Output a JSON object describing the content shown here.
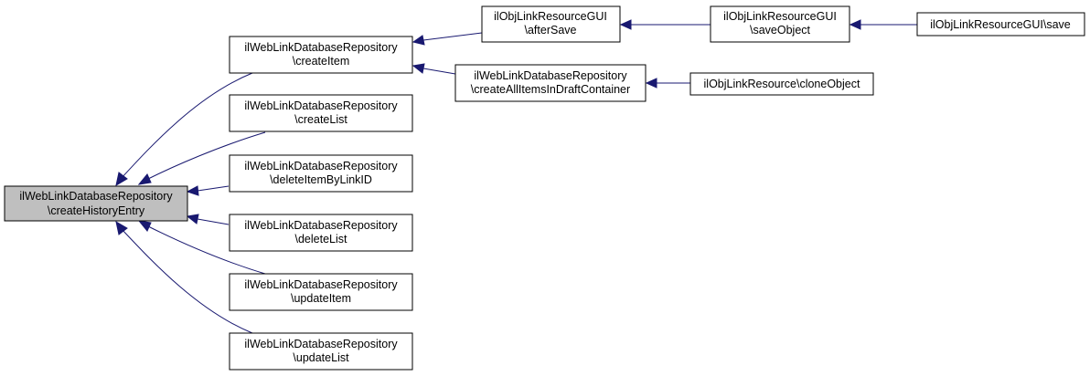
{
  "colors": {
    "edge": "#191970",
    "focus_fill": "#bfbfbf",
    "node_fill": "#ffffff",
    "node_stroke": "#000000"
  },
  "nodes": {
    "focus": {
      "line1": "ilWebLinkDatabaseRepository",
      "line2": "\\createHistoryEntry"
    },
    "createItem": {
      "line1": "ilWebLinkDatabaseRepository",
      "line2": "\\createItem"
    },
    "createList": {
      "line1": "ilWebLinkDatabaseRepository",
      "line2": "\\createList"
    },
    "deleteItemByLinkID": {
      "line1": "ilWebLinkDatabaseRepository",
      "line2": "\\deleteItemByLinkID"
    },
    "deleteList": {
      "line1": "ilWebLinkDatabaseRepository",
      "line2": "\\deleteList"
    },
    "updateItem": {
      "line1": "ilWebLinkDatabaseRepository",
      "line2": "\\updateItem"
    },
    "updateList": {
      "line1": "ilWebLinkDatabaseRepository",
      "line2": "\\updateList"
    },
    "afterSave": {
      "line1": "ilObjLinkResourceGUI",
      "line2": "\\afterSave"
    },
    "createAllItems": {
      "line1": "ilWebLinkDatabaseRepository",
      "line2": "\\createAllItemsInDraftContainer"
    },
    "saveObject": {
      "line1": "ilObjLinkResourceGUI",
      "line2": "\\saveObject"
    },
    "cloneObject": {
      "line1": "ilObjLinkResource\\cloneObject"
    },
    "save": {
      "line1": "ilObjLinkResourceGUI\\save"
    }
  }
}
